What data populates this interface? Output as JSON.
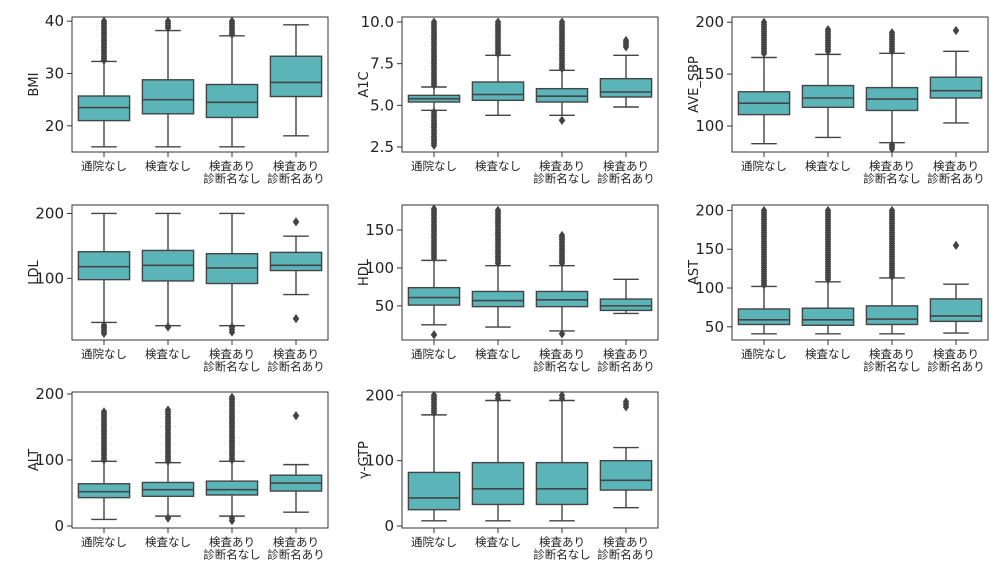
{
  "figure": {
    "box_color": "#5ab4b8",
    "line_color": "#444444",
    "categories": [
      "通院なし",
      "検査なし",
      "検査あり\n診断名なし",
      "検査あり\n診断名あり"
    ]
  },
  "chart_data": [
    {
      "type": "boxplot",
      "ylabel": "BMI",
      "yticks": [
        20,
        30,
        40
      ],
      "ylim": [
        15,
        40.8
      ],
      "boxes": [
        {
          "whislo": 16,
          "q1": 21,
          "med": 23.5,
          "q3": 25.7,
          "whishi": 32.3,
          "fliers_range": [
            32.5,
            40
          ],
          "fliers_low_range": null
        },
        {
          "whislo": 16,
          "q1": 22.3,
          "med": 25,
          "q3": 28.8,
          "whishi": 38.2,
          "fliers_range": [
            38.7,
            40
          ],
          "fliers_low_range": null
        },
        {
          "whislo": 16,
          "q1": 21.6,
          "med": 24.5,
          "q3": 27.9,
          "whishi": 37.2,
          "fliers_range": [
            37.5,
            40
          ],
          "fliers_low_range": null
        },
        {
          "whislo": 18.1,
          "q1": 25.6,
          "med": 28.3,
          "q3": 33.3,
          "whishi": 39.3,
          "fliers_range": null,
          "fliers_low_range": null
        }
      ]
    },
    {
      "type": "boxplot",
      "ylabel": "A1C",
      "yticks": [
        2.5,
        5.0,
        7.5,
        10.0
      ],
      "yticklabels": [
        "2.5",
        "5.0",
        "7.5",
        "10.0"
      ],
      "ylim": [
        2.2,
        10.3
      ],
      "boxes": [
        {
          "whislo": 4.7,
          "q1": 5.2,
          "med": 5.4,
          "q3": 5.6,
          "whishi": 6.1,
          "fliers_range": [
            6.2,
            10.0
          ],
          "fliers_low_range": [
            2.6,
            4.6
          ]
        },
        {
          "whislo": 4.4,
          "q1": 5.3,
          "med": 5.65,
          "q3": 6.4,
          "whishi": 8.0,
          "fliers_range": [
            8.1,
            10.0
          ],
          "fliers_low_range": null
        },
        {
          "whislo": 4.4,
          "q1": 5.2,
          "med": 5.55,
          "q3": 6.0,
          "whishi": 7.1,
          "fliers_range": [
            7.2,
            10.0
          ],
          "fliers_low_range": [
            4.1,
            4.1
          ]
        },
        {
          "whislo": 4.9,
          "q1": 5.5,
          "med": 5.8,
          "q3": 6.6,
          "whishi": 8.0,
          "fliers_range": [
            8.5,
            8.9
          ],
          "fliers_low_range": null
        }
      ]
    },
    {
      "type": "boxplot",
      "ylabel": "AVE_SBP",
      "yticks": [
        100,
        150,
        200
      ],
      "ylim": [
        75,
        205
      ],
      "boxes": [
        {
          "whislo": 83,
          "q1": 111,
          "med": 122,
          "q3": 133,
          "whishi": 166,
          "fliers_range": [
            170,
            200
          ],
          "fliers_low_range": null
        },
        {
          "whislo": 89,
          "q1": 118,
          "med": 127,
          "q3": 139,
          "whishi": 169,
          "fliers_range": [
            172,
            193
          ],
          "fliers_low_range": null
        },
        {
          "whislo": 84,
          "q1": 115,
          "med": 126,
          "q3": 137,
          "whishi": 170,
          "fliers_range": [
            172,
            190
          ],
          "fliers_low_range": [
            78,
            82
          ]
        },
        {
          "whislo": 103,
          "q1": 127,
          "med": 134,
          "q3": 147,
          "whishi": 172,
          "fliers_range": [
            192,
            192
          ],
          "fliers_low_range": null
        }
      ]
    },
    {
      "type": "boxplot",
      "ylabel": "LDL",
      "yticks": [
        100,
        200
      ],
      "ylim": [
        5,
        213
      ],
      "boxes": [
        {
          "whislo": 32,
          "q1": 98,
          "med": 118,
          "q3": 141,
          "whishi": 200,
          "fliers_range": null,
          "fliers_low_range": [
            15,
            28
          ]
        },
        {
          "whislo": 27,
          "q1": 96,
          "med": 120,
          "q3": 143,
          "whishi": 200,
          "fliers_range": null,
          "fliers_low_range": [
            25,
            25
          ]
        },
        {
          "whislo": 27,
          "q1": 92,
          "med": 116,
          "q3": 138,
          "whishi": 200,
          "fliers_range": null,
          "fliers_low_range": [
            17,
            25
          ]
        },
        {
          "whislo": 75,
          "q1": 112,
          "med": 120,
          "q3": 140,
          "whishi": 165,
          "fliers_range": [
            187,
            187
          ],
          "fliers_low_range": [
            38,
            38
          ]
        }
      ]
    },
    {
      "type": "boxplot",
      "ylabel": "HDL",
      "yticks": [
        50,
        100,
        150
      ],
      "ylim": [
        5,
        183
      ],
      "boxes": [
        {
          "whislo": 25,
          "q1": 51,
          "med": 61,
          "q3": 74,
          "whishi": 110,
          "fliers_range": [
            113,
            178
          ],
          "fliers_low_range": [
            12,
            12
          ]
        },
        {
          "whislo": 22,
          "q1": 49,
          "med": 57,
          "q3": 69,
          "whishi": 103,
          "fliers_range": [
            106,
            176
          ],
          "fliers_low_range": null
        },
        {
          "whislo": 17,
          "q1": 49,
          "med": 58,
          "q3": 69,
          "whishi": 103,
          "fliers_range": [
            106,
            143
          ],
          "fliers_low_range": [
            13,
            13
          ]
        },
        {
          "whislo": 40,
          "q1": 44,
          "med": 50,
          "q3": 59,
          "whishi": 85,
          "fliers_range": null,
          "fliers_low_range": null
        }
      ]
    },
    {
      "type": "boxplot",
      "ylabel": "AST",
      "yticks": [
        50,
        100,
        150,
        200
      ],
      "ylim": [
        33,
        207
      ],
      "boxes": [
        {
          "whislo": 41,
          "q1": 53,
          "med": 59,
          "q3": 73,
          "whishi": 102,
          "fliers_range": [
            104,
            200
          ],
          "fliers_low_range": null
        },
        {
          "whislo": 41,
          "q1": 52,
          "med": 59,
          "q3": 74,
          "whishi": 108,
          "fliers_range": [
            111,
            200
          ],
          "fliers_low_range": null
        },
        {
          "whislo": 41,
          "q1": 53,
          "med": 60,
          "q3": 77,
          "whishi": 113,
          "fliers_range": [
            115,
            200
          ],
          "fliers_low_range": null
        },
        {
          "whislo": 42,
          "q1": 57,
          "med": 64,
          "q3": 86,
          "whishi": 105,
          "fliers_range": [
            155,
            155
          ],
          "fliers_low_range": null
        }
      ]
    },
    {
      "type": "boxplot",
      "ylabel": "ALT",
      "yticks": [
        0,
        100,
        200
      ],
      "ylim": [
        -3,
        203
      ],
      "boxes": [
        {
          "whislo": 10,
          "q1": 43,
          "med": 52,
          "q3": 64,
          "whishi": 98,
          "fliers_range": [
            100,
            173
          ],
          "fliers_low_range": null
        },
        {
          "whislo": 15,
          "q1": 45,
          "med": 55,
          "q3": 66,
          "whishi": 96,
          "fliers_range": [
            98,
            176
          ],
          "fliers_low_range": [
            12,
            12
          ]
        },
        {
          "whislo": 15,
          "q1": 47,
          "med": 55,
          "q3": 68,
          "whishi": 98,
          "fliers_range": [
            100,
            195
          ],
          "fliers_low_range": [
            8,
            12
          ]
        },
        {
          "whislo": 21,
          "q1": 53,
          "med": 65,
          "q3": 77,
          "whishi": 93,
          "fliers_range": [
            167,
            167
          ],
          "fliers_low_range": null
        }
      ]
    },
    {
      "type": "boxplot",
      "ylabel": "γ-GTP",
      "yticks": [
        0,
        100,
        200
      ],
      "ylim": [
        -3,
        205
      ],
      "boxes": [
        {
          "whislo": 8,
          "q1": 25,
          "med": 43,
          "q3": 82,
          "whishi": 170,
          "fliers_range": [
            173,
            200
          ],
          "fliers_low_range": null
        },
        {
          "whislo": 8,
          "q1": 33,
          "med": 57,
          "q3": 97,
          "whishi": 192,
          "fliers_range": [
            195,
            200
          ],
          "fliers_low_range": null
        },
        {
          "whislo": 8,
          "q1": 33,
          "med": 57,
          "q3": 97,
          "whishi": 192,
          "fliers_range": [
            195,
            200
          ],
          "fliers_low_range": null
        },
        {
          "whislo": 28,
          "q1": 55,
          "med": 70,
          "q3": 100,
          "whishi": 120,
          "fliers_range": [
            182,
            190
          ],
          "fliers_low_range": null
        }
      ]
    }
  ]
}
